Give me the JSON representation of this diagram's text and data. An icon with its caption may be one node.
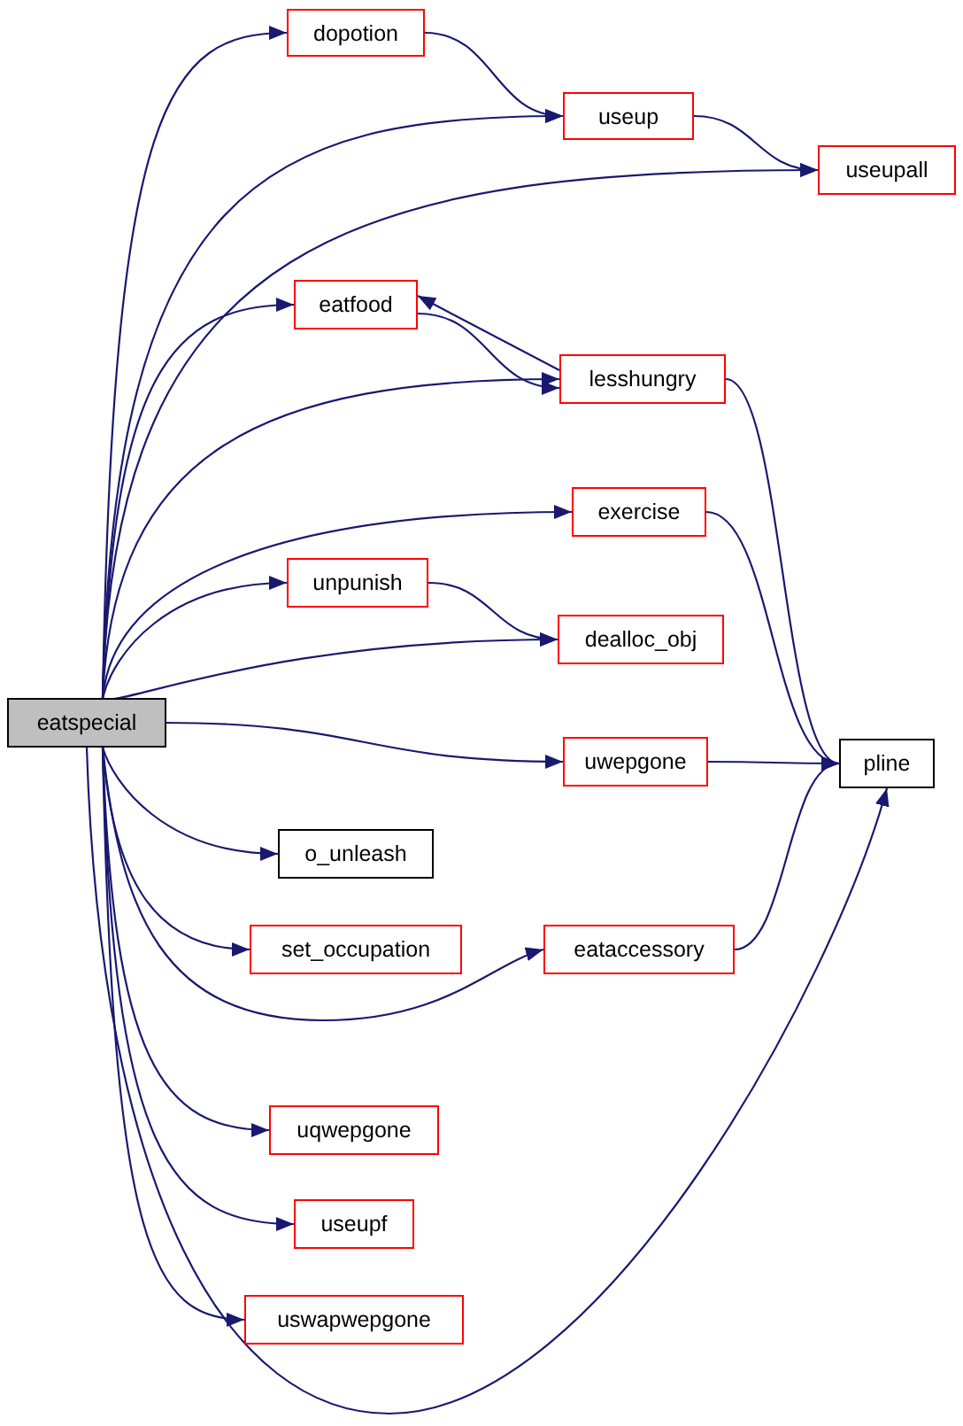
{
  "diagram": {
    "nodes": [
      {
        "text": [
          "eatspecial"
        ]
      },
      {
        "text": [
          "dopotion"
        ]
      },
      {
        "text": [
          "useup"
        ]
      },
      {
        "text": [
          "useupall"
        ]
      },
      {
        "text": [
          "eatfood"
        ]
      },
      {
        "text": [
          "lesshungry"
        ]
      },
      {
        "text": [
          "exercise"
        ]
      },
      {
        "text": [
          "unpunish"
        ]
      },
      {
        "text": [
          "dealloc_obj"
        ]
      },
      {
        "text": [
          "uwepgone"
        ]
      },
      {
        "text": [
          "pline"
        ]
      },
      {
        "text": [
          "o_unleash"
        ]
      },
      {
        "text": [
          "set_occupation"
        ]
      },
      {
        "text": [
          "eataccessory"
        ]
      },
      {
        "text": [
          "uqwepgone"
        ]
      },
      {
        "text": [
          "useupf"
        ]
      },
      {
        "text": [
          "uswapwepgone"
        ]
      }
    ],
    "edges": [
      {
        "from": 0,
        "to": 1,
        "arrow": "to"
      },
      {
        "from": 0,
        "to": 2,
        "arrow": "to"
      },
      {
        "from": 0,
        "to": 3,
        "arrow": "to"
      },
      {
        "from": 0,
        "to": 4,
        "arrow": "to"
      },
      {
        "from": 0,
        "to": 5,
        "arrow": "to"
      },
      {
        "from": 0,
        "to": 6,
        "arrow": "to"
      },
      {
        "from": 0,
        "to": 7,
        "arrow": "to"
      },
      {
        "from": 0,
        "to": 8,
        "arrow": "to"
      },
      {
        "from": 0,
        "to": 9,
        "arrow": "to"
      },
      {
        "from": 0,
        "to": 11,
        "arrow": "to"
      },
      {
        "from": 0,
        "to": 12,
        "arrow": "to"
      },
      {
        "from": 0,
        "to": 13,
        "arrow": "to"
      },
      {
        "from": 0,
        "to": 14,
        "arrow": "to"
      },
      {
        "from": 0,
        "to": 15,
        "arrow": "to"
      },
      {
        "from": 0,
        "to": 16,
        "arrow": "to"
      },
      {
        "from": 0,
        "to": 10,
        "arrow": "to"
      },
      {
        "from": 1,
        "to": 2,
        "arrow": "to"
      },
      {
        "from": 2,
        "to": 3,
        "arrow": "to"
      },
      {
        "from": 4,
        "to": 5,
        "arrow": "to"
      },
      {
        "from": 5,
        "to": 4,
        "arrow": "to"
      },
      {
        "from": 5,
        "to": 10,
        "arrow": "to"
      },
      {
        "from": 6,
        "to": 10,
        "arrow": "to"
      },
      {
        "from": 7,
        "to": 8,
        "arrow": "to"
      },
      {
        "from": 9,
        "to": 10,
        "arrow": "to"
      },
      {
        "from": 13,
        "to": 10,
        "arrow": "to"
      }
    ]
  }
}
